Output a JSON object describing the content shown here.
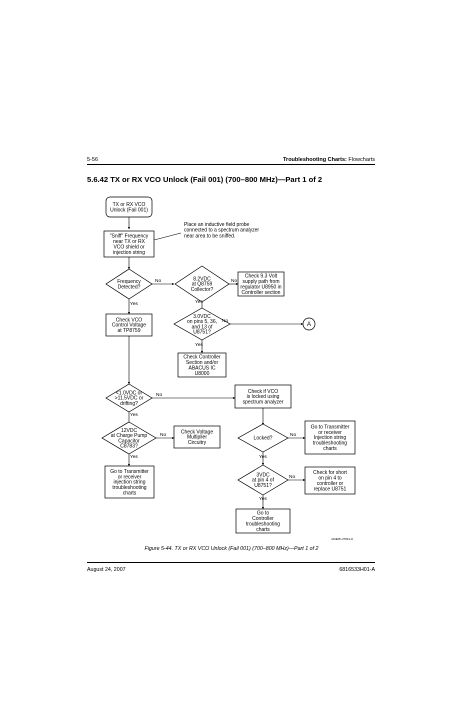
{
  "header": {
    "page_number": "5-56",
    "section_bold": "Troubleshooting Charts:",
    "section_rest": " Flowcharts"
  },
  "title": "5.6.42  TX or RX VCO Unlock (Fail 001) (700–800 MHz)—Part 1 of 2",
  "figure_caption": "Figure 5-44.  TX or RX VCO Unlock (Fail 001) (700–800 MHz)—Part 1 of 2",
  "footer": {
    "date": "August 24, 2007",
    "doc_number": "6816533H01-A"
  },
  "figure_id": "MAEPF-27813-O",
  "nodes": {
    "start": [
      "TX or RX VCO",
      "Unlock (Fail 001)"
    ],
    "sniff": [
      "\"Sniff\" Frequency",
      "near TX or RX",
      "VCO shield or",
      "injection string"
    ],
    "probe_note": [
      "Place an inductive field probe",
      "connected to a spectrum analyzer",
      "near area to be sniffed."
    ],
    "freq_detected": [
      "Frequency",
      "Detected?"
    ],
    "v82": [
      "8.2VDC",
      "at Q8759",
      "Collector?"
    ],
    "check93": [
      "Check 9.3 Volt",
      "supply path from",
      "regulator U8950 in",
      "Controller section"
    ],
    "check_vco_ctrl": [
      "Check VCO",
      "Control Voltage",
      "at TP8759"
    ],
    "v30": [
      "3.0VDC",
      "on pins 5, 36,",
      "and 13 of",
      "U8751?"
    ],
    "connector_a": "A",
    "check_ctrl_section": [
      "Check Controller",
      "Section and/or",
      "ABACUS IC",
      "U8000"
    ],
    "ctrl_range": [
      "<1.0VDC or",
      ">11.5VDC or",
      "drifting?"
    ],
    "check_locked": [
      "Check if VCO",
      "is locked using",
      "spectrum analyzer"
    ],
    "v12": [
      "12VDC",
      "at Charge Pump",
      "Capacitor",
      "C8783?"
    ],
    "check_mult": [
      "Check Voltage",
      "Multiplier",
      "Circuitry"
    ],
    "locked": [
      "Locked?"
    ],
    "go_tx_right": [
      "Go to Transmitter",
      "or receiver",
      "Injection string",
      "troubleshooting",
      "charts"
    ],
    "go_tx_left": [
      "Go to Transmitter",
      "or receiver",
      "injection string",
      "troubleshooting",
      "charts"
    ],
    "v3_pin4": [
      "3VDC",
      "at pin 4 of",
      "U8751?"
    ],
    "check_short": [
      "Check for short",
      "on pin 4 to",
      "controller or",
      "replace U8751"
    ],
    "go_controller": [
      "Go to",
      "Controller",
      "troubleshooting",
      "charts"
    ]
  },
  "edge_labels": {
    "yes": "Yes",
    "no": "No"
  }
}
